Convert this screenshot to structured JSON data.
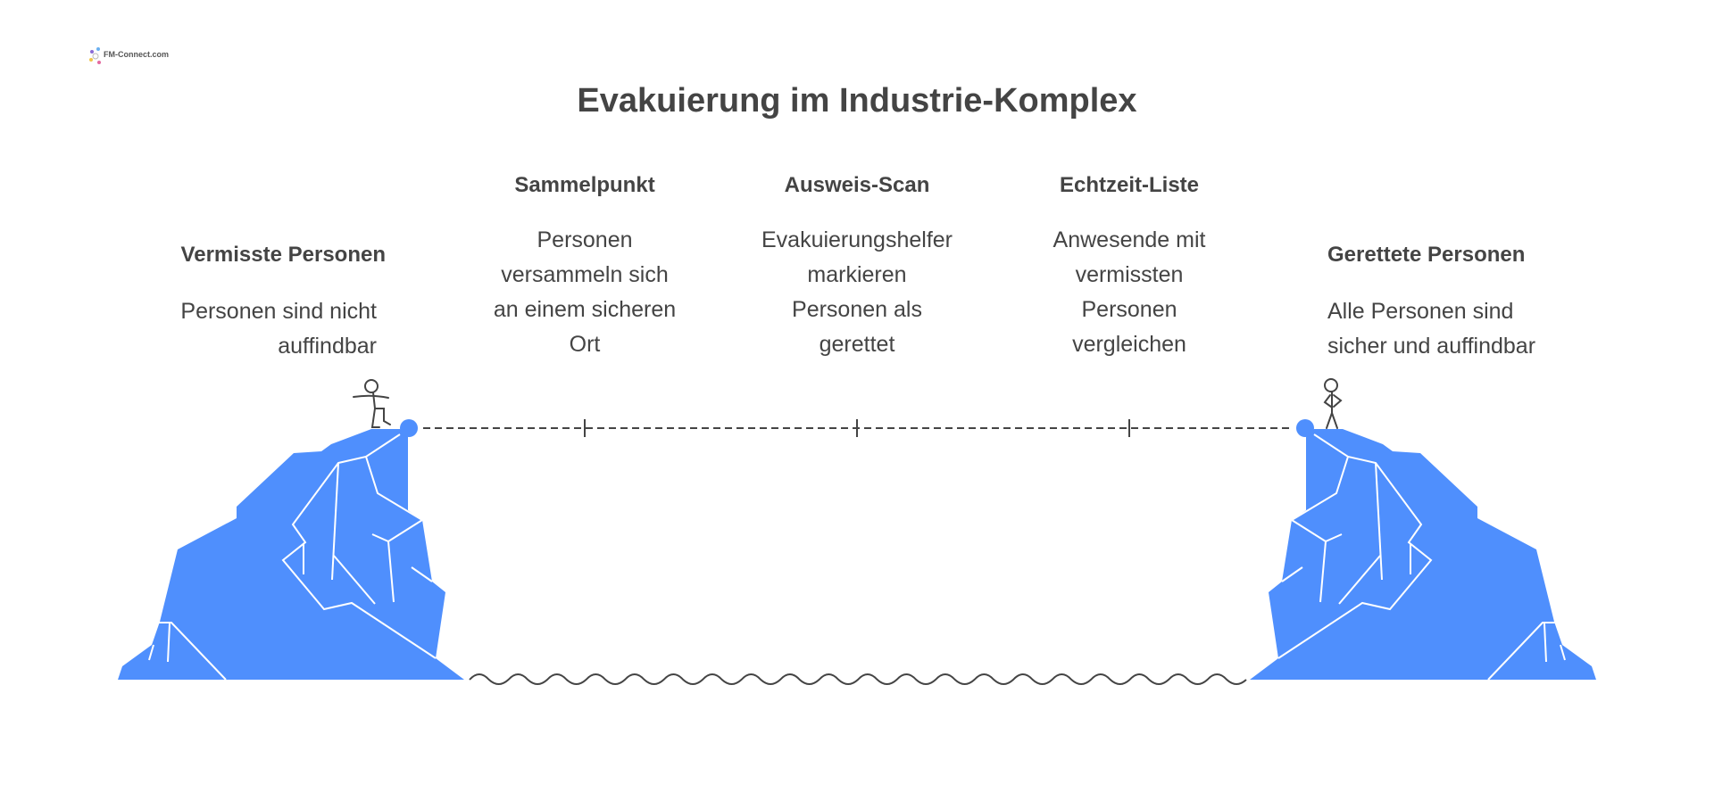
{
  "logo": {
    "text": "FM-Connect.com"
  },
  "title": "Evakuierung im Industrie-Komplex",
  "start": {
    "heading": "Vermisste Personen",
    "lines": [
      "Personen sind nicht",
      "auffindbar"
    ]
  },
  "steps": [
    {
      "heading": "Sammelpunkt",
      "lines": [
        "Personen",
        "versammeln sich",
        "an einem sicheren",
        "Ort"
      ]
    },
    {
      "heading": "Ausweis-Scan",
      "lines": [
        "Evakuierungshelfer",
        "markieren",
        "Personen als",
        "gerettet"
      ]
    },
    {
      "heading": "Echtzeit-Liste",
      "lines": [
        "Anwesende mit",
        "vermissten",
        "Personen",
        "vergleichen"
      ]
    }
  ],
  "end": {
    "heading": "Gerettete Personen",
    "lines": [
      "Alle Personen sind",
      "sicher und auffindbar"
    ]
  },
  "colors": {
    "cliff": "#4f8ffd",
    "text": "#444444",
    "line": "#444444"
  }
}
